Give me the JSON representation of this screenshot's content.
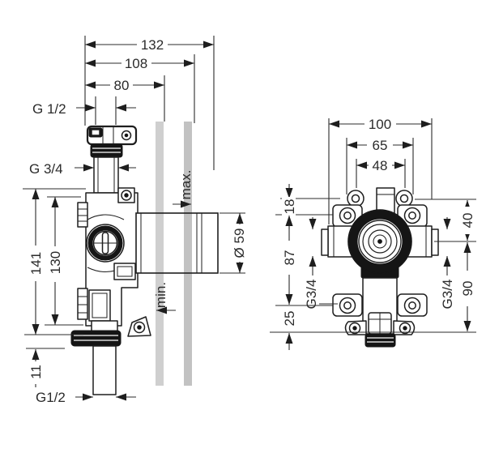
{
  "drawing_type": "installation-dimensional-drawing",
  "colors": {
    "line": "#1e1e1e",
    "dimension_text": "#2b2b2b",
    "wall_layer_inner": "#cfcfcf",
    "wall_layer_outer": "#c2c2c2",
    "background": "#ffffff"
  },
  "left_view": {
    "name": "side-view",
    "dims": {
      "depth_overall": "132",
      "depth_mid": "108",
      "depth_min": "80",
      "top_connection": "G 1/2",
      "side_connection": "G 3/4",
      "height_overall": "141",
      "height_inner": "130",
      "bottom_offset": "11",
      "bottom_connection": "G1/2",
      "spindle_diameter": "Ø 59",
      "wall_max": "max.",
      "wall_min": "min."
    }
  },
  "right_view": {
    "name": "front-view",
    "dims": {
      "width_overall": "100",
      "screw_spacing": "65",
      "tab_spacing": "48",
      "top_offset": "18",
      "screw_vertical_spacing": "87",
      "bottom_screw_offset": "25",
      "left_port": "G3/4",
      "right_port": "G3/4",
      "upper_height": "40",
      "lower_height": "90"
    }
  }
}
